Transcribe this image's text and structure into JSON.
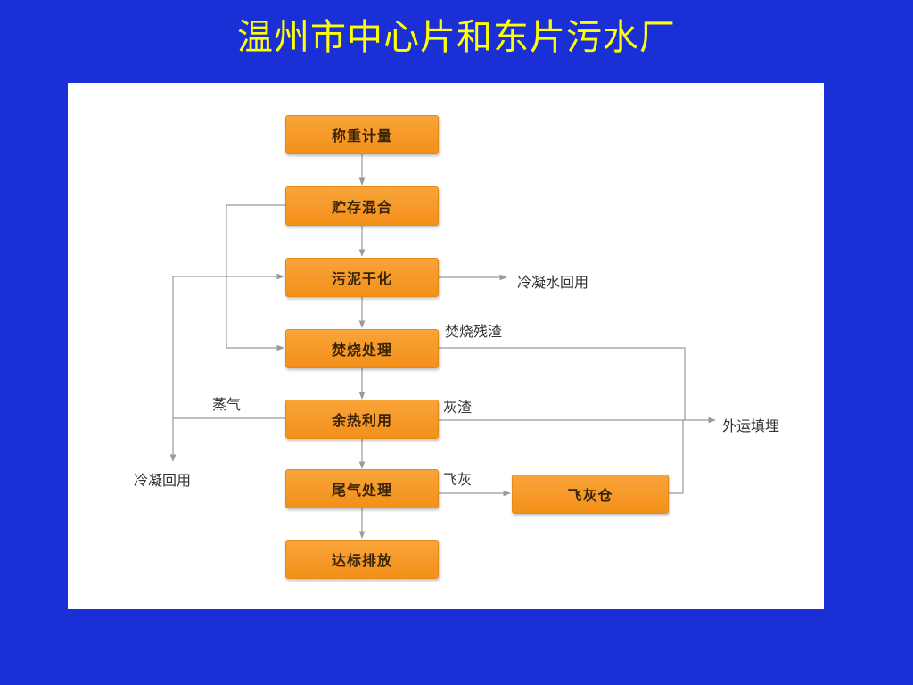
{
  "title": "温州市中心片和东片污水厂",
  "process": {
    "steps": [
      "称重计量",
      "贮存混合",
      "污泥干化",
      "焚烧处理",
      "余热利用",
      "尾气处理",
      "达标排放"
    ],
    "fly_ash_bin": "飞灰仓"
  },
  "labels": {
    "condensate_reuse_right": "冷凝水回用",
    "incineration_residue": "焚烧残渣",
    "steam": "蒸气",
    "ash_slag": "灰渣",
    "fly_ash": "飞灰",
    "condensate_reuse_left": "冷凝回用",
    "outbound_landfill": "外运填埋"
  },
  "colors": {
    "background": "#1a2fd6",
    "title": "#ffff00",
    "box_fill": "#f7a02c",
    "line": "#9a9a9a"
  }
}
